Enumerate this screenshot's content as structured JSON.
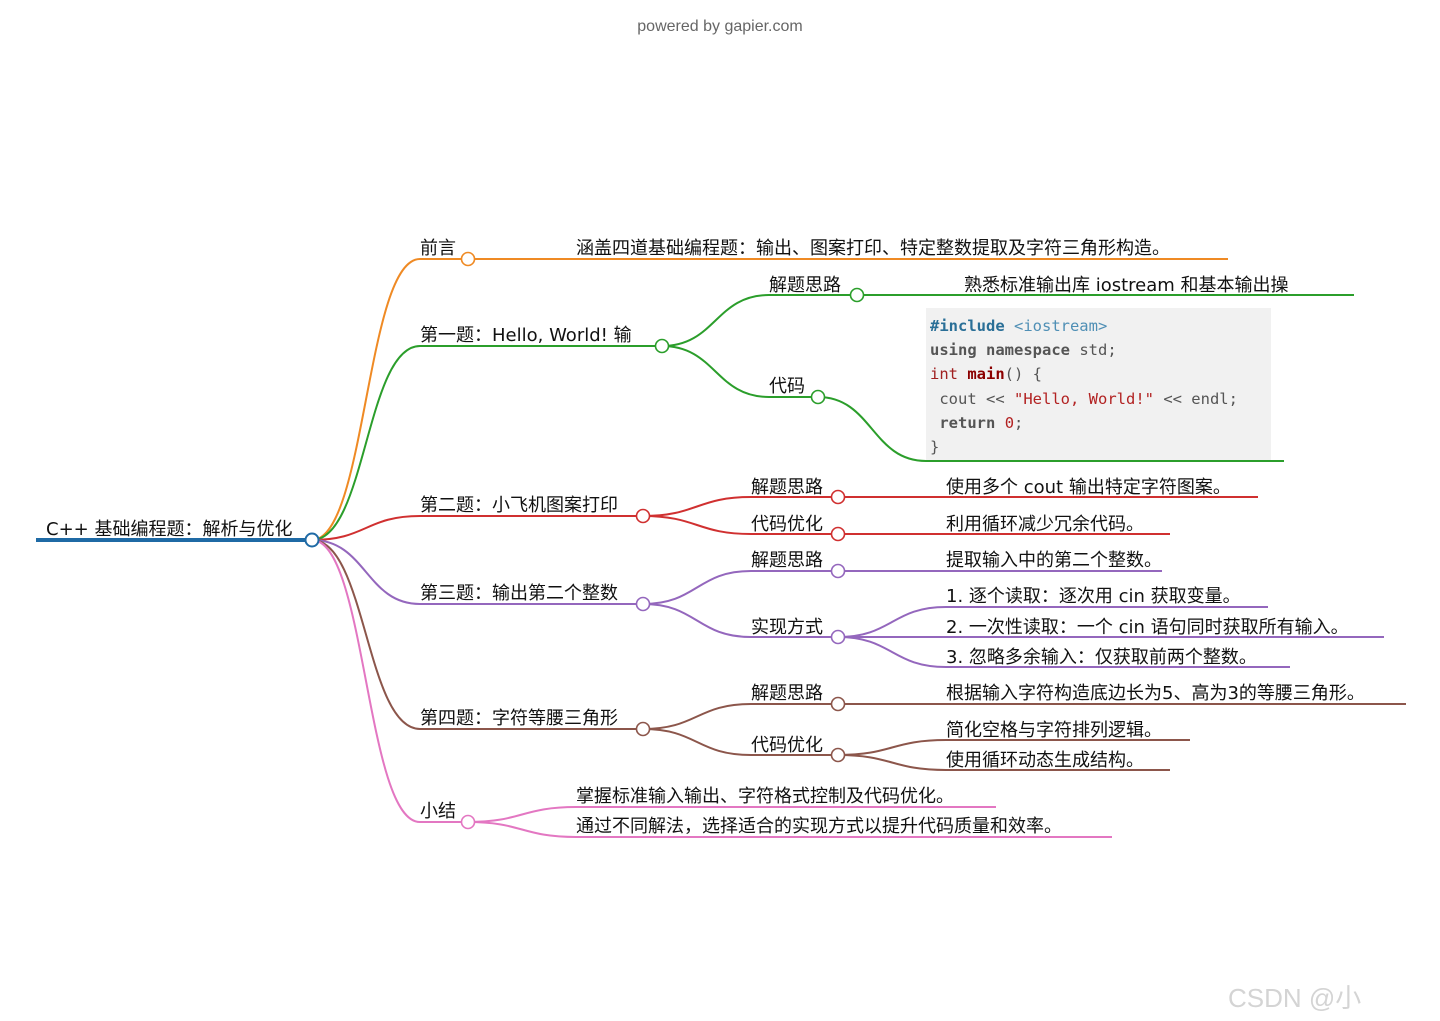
{
  "watermarks": {
    "top": "powered by gapier.com",
    "bottom_right": "CSDN @小"
  },
  "colors": {
    "root": "#1f6aa5",
    "orange": "#ef8a24",
    "green": "#2b9e2b",
    "red": "#d03030",
    "purple": "#9467bd",
    "brown": "#8c564b",
    "pink": "#e377c2"
  },
  "mindmap": {
    "root": "C++ 基础编程题：解析与优化",
    "branches": [
      {
        "label": "前言",
        "color": "orange",
        "children": [
          {
            "label": "涵盖四道基础编程题：输出、图案打印、特定整数提取及字符三角形构造。"
          }
        ]
      },
      {
        "label": "第一题：Hello, World! 输",
        "color": "green",
        "children": [
          {
            "label": "解题思路",
            "children": [
              {
                "label": "熟悉标准输出库 iostream 和基本输出操"
              }
            ]
          },
          {
            "label": "代码",
            "code": [
              [
                {
                  "t": "#include",
                  "c": "include"
                },
                {
                  "t": " <iostream>",
                  "c": "header"
                }
              ],
              [
                {
                  "t": "using",
                  "c": "kw"
                },
                {
                  "t": " ",
                  "c": "plain"
                },
                {
                  "t": "namespace",
                  "c": "kw"
                },
                {
                  "t": " std;",
                  "c": "plain"
                }
              ],
              [
                {
                  "t": "int",
                  "c": "type"
                },
                {
                  "t": " ",
                  "c": "plain"
                },
                {
                  "t": "main",
                  "c": "fn"
                },
                {
                  "t": "() {",
                  "c": "plain"
                }
              ],
              [
                {
                  "t": " cout << ",
                  "c": "plain"
                },
                {
                  "t": "\"Hello, World!\"",
                  "c": "str"
                },
                {
                  "t": " << endl;",
                  "c": "plain"
                }
              ],
              [
                {
                  "t": " ",
                  "c": "plain"
                },
                {
                  "t": "return",
                  "c": "kw"
                },
                {
                  "t": " ",
                  "c": "plain"
                },
                {
                  "t": "0",
                  "c": "num"
                },
                {
                  "t": ";",
                  "c": "plain"
                }
              ],
              [
                {
                  "t": "}",
                  "c": "plain"
                }
              ]
            ]
          }
        ]
      },
      {
        "label": "第二题：小飞机图案打印",
        "color": "red",
        "children": [
          {
            "label": "解题思路",
            "children": [
              {
                "label": "使用多个 cout 输出特定字符图案。"
              }
            ]
          },
          {
            "label": "代码优化",
            "children": [
              {
                "label": "利用循环减少冗余代码。"
              }
            ]
          }
        ]
      },
      {
        "label": "第三题：输出第二个整数",
        "color": "purple",
        "children": [
          {
            "label": "解题思路",
            "children": [
              {
                "label": "提取输入中的第二个整数。"
              }
            ]
          },
          {
            "label": "实现方式",
            "children": [
              {
                "label": "1. 逐个读取：逐次用 cin 获取变量。"
              },
              {
                "label": "2. 一次性读取：一个 cin 语句同时获取所有输入。"
              },
              {
                "label": "3. 忽略多余输入：仅获取前两个整数。"
              }
            ]
          }
        ]
      },
      {
        "label": "第四题：字符等腰三角形",
        "color": "brown",
        "children": [
          {
            "label": "解题思路",
            "children": [
              {
                "label": "根据输入字符构造底边长为5、高为3的等腰三角形。"
              }
            ]
          },
          {
            "label": "代码优化",
            "children": [
              {
                "label": "简化空格与字符排列逻辑。"
              },
              {
                "label": "使用循环动态生成结构。"
              }
            ]
          }
        ]
      },
      {
        "label": "小结",
        "color": "pink",
        "children": [
          {
            "label": "掌握标准输入输出、字符格式控制及代码优化。"
          },
          {
            "label": "通过不同解法，选择适合的实现方式以提升代码质量和效率。"
          }
        ]
      }
    ]
  }
}
